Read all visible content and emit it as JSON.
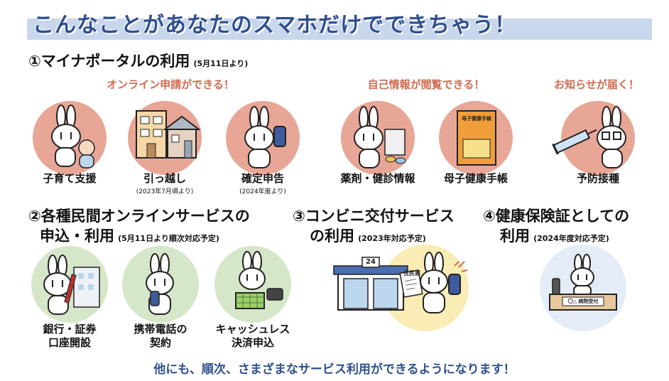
{
  "headline": "こんなことがあなたのスマホだけでできちゃう！",
  "section1": {
    "title": "①マイナポータルの利用",
    "note": "(5月11日より)",
    "categories": [
      "オンライン申請ができる！",
      "自己情報が閲覧できる！",
      "お知らせが届く！"
    ],
    "items": [
      {
        "label": "子育て支援"
      },
      {
        "label": "引っ越し",
        "sub": "(2023年7月頃より)"
      },
      {
        "label": "確定申告",
        "sub": "(2024年度より)"
      },
      {
        "label": "薬剤・健診情報"
      },
      {
        "label": "母子健康手帳",
        "book_text": "母子健康手帳"
      },
      {
        "label": "予防接種"
      }
    ]
  },
  "section2": {
    "title_line1": "②各種民間オンラインサービスの",
    "title_line2": "申込・利用",
    "note": "(5月11日より順次対応予定)",
    "items": [
      {
        "label_line1": "銀行・証券",
        "label_line2": "口座開設"
      },
      {
        "label_line1": "携帯電話の",
        "label_line2": "契約"
      },
      {
        "label_line1": "キャッシュレス",
        "label_line2": "決済申込"
      }
    ]
  },
  "section3": {
    "title_line1": "③コンビニ交付サービス",
    "title_line2": "の利用",
    "note": "(2023年対応予定)",
    "store_sign": "24",
    "doc_text": "住民票"
  },
  "section4": {
    "title_line1": "④健康保険証としての",
    "title_line2": "利用",
    "note": "(2024年度対応予定)",
    "desk_sign": "〇△ 病院受付"
  },
  "footer": "他にも、順次、さまざまなサービス利用ができるようになります！",
  "colors": {
    "headline": "#2f4f8f",
    "banner": "#c9d7ec",
    "category": "#d06a50",
    "pink_circle": "#e8a696",
    "green_circle": "#d6e7c9",
    "yellow_circle": "#f9ecb4",
    "blue_circle": "#e4edf7"
  }
}
